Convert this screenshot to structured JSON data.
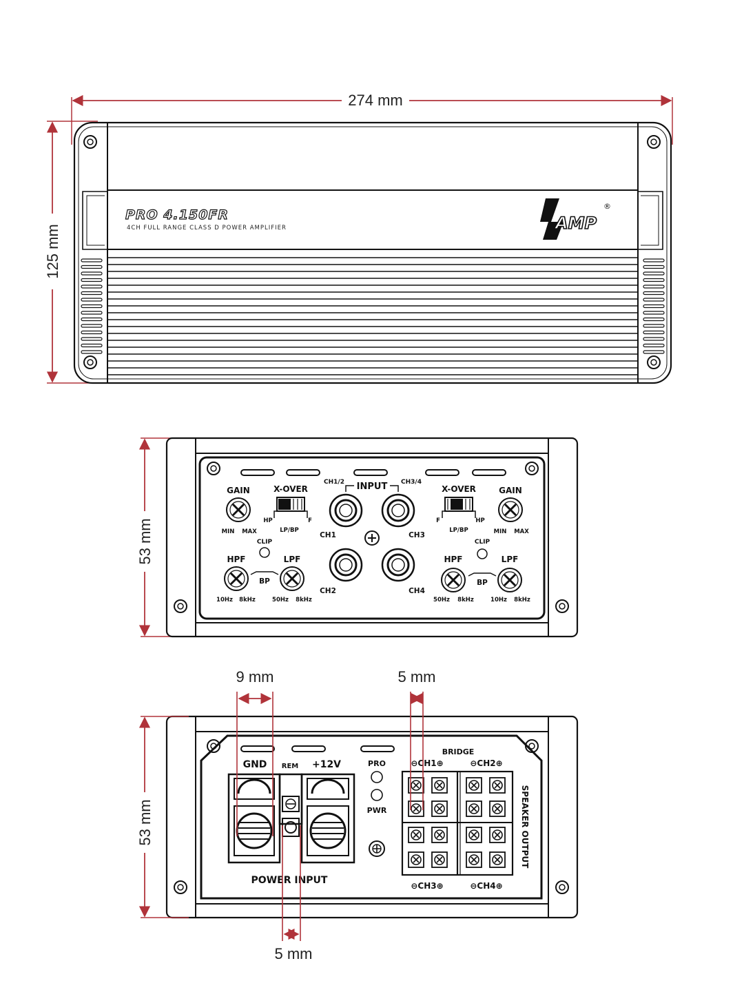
{
  "dimensions": {
    "width": "274 mm",
    "height": "125 mm",
    "front_height": "53 mm",
    "rear_height": "53 mm",
    "gnd_terminal": "9 mm",
    "speaker_terminal": "5 mm",
    "rem_terminal": "5 mm"
  },
  "top_view": {
    "model": "PRO 4.150FR",
    "subtitle": "4CH FULL RANGE CLASS D POWER AMPLIFIER",
    "brand": "AMP",
    "registered": "®"
  },
  "front_panel": {
    "left": {
      "gain": "GAIN",
      "gain_min": "MIN",
      "gain_max": "MAX",
      "xover": "X-OVER",
      "xover_hp": "HP",
      "xover_lpbp": "LP/BP",
      "xover_f": "F",
      "clip": "CLIP",
      "hpf": "HPF",
      "hpf_min": "10Hz",
      "hpf_max": "8kHz",
      "bp": "BP",
      "lpf": "LPF",
      "lpf_min": "50Hz",
      "lpf_max": "8kHz"
    },
    "input": {
      "title": "INPUT",
      "ch12": "CH1/2",
      "ch34": "CH3/4",
      "ch1": "CH1",
      "ch2": "CH2",
      "ch3": "CH3",
      "ch4": "CH4"
    },
    "right": {
      "gain": "GAIN",
      "gain_min": "MIN",
      "gain_max": "MAX",
      "xover": "X-OVER",
      "xover_f": "F",
      "xover_lpbp": "LP/BP",
      "xover_hp": "HP",
      "clip": "CLIP",
      "hpf": "HPF",
      "hpf_min": "50Hz",
      "hpf_max": "8kHz",
      "bp": "BP",
      "lpf": "LPF",
      "lpf_min": "10Hz",
      "lpf_max": "8kHz"
    }
  },
  "rear_panel": {
    "gnd": "GND",
    "rem": "REM",
    "plus12": "+12V",
    "power_input": "POWER INPUT",
    "pro": "PRO",
    "pwr": "PWR",
    "bridge": "BRIDGE",
    "ch1": "⊖CH1⊕",
    "ch2": "⊖CH2⊕",
    "ch3": "⊖CH3⊕",
    "ch4": "⊖CH4⊕",
    "speaker_output": "SPEAKER OUTPUT"
  },
  "colors": {
    "dimension": "#b0333a",
    "line": "#111111"
  }
}
